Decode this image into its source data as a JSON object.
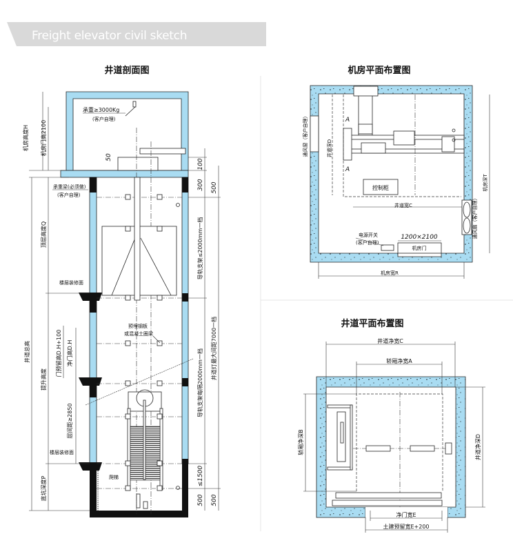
{
  "header": {
    "title": "Freight elevator civil sketch"
  },
  "section": {
    "title": "井道剖面图",
    "load_label": "承重≥3000Kg",
    "load_note": "(客户自理)",
    "room_height": "机房高度H",
    "room_door_height": "机房门高2100",
    "dim_50": "50",
    "dim_100": "100",
    "dim_300": "300",
    "dim_500_top": "500",
    "beam_label": "承重梁(必须做)",
    "beam_note": "(客户自理)",
    "top_floor_height": "顶层高度Q",
    "rail_bracket_top": "导轨支架≤2000mm一档",
    "floor_finish_1": "楼层装修面",
    "floor_finish_2": "楼层装修面",
    "embed_plate_1": "预埋钢板",
    "embed_plate_2": "或混凝土圈梁",
    "total_height": "井道总高",
    "door_reserve_height": "门预留高D.H+100",
    "clear_door_height": "净门高D.H",
    "travel_height": "提升高度",
    "floor_spacing": "层间距≥2850",
    "rail_bracket_every": "导轨支架每隔2000mm一档",
    "shaft_light": "井道灯最大间距7000一档",
    "pit_depth": "底坑深度P",
    "ladder": "爬梯",
    "dim_1500": "≤1500",
    "dim_500_a": "500",
    "dim_500_b": "500"
  },
  "machine_room": {
    "title": "机房平面布置图",
    "vent_window": "通风窗（客户自理）",
    "shaft_depth": "井道深D",
    "section_mark_1": "A",
    "section_mark_2": "A",
    "control_cabinet": "控制柜",
    "shaft_width": "井道宽C",
    "room_depth": "机房深T",
    "vent_fan": "通风扇（客户自理）",
    "power_switch": "电源开关",
    "power_switch_note": "(客户自理)",
    "door_size": "1200×2100",
    "room_door": "机房门",
    "room_width": "机房宽R"
  },
  "hoistway_plan": {
    "title": "井道平面布置图",
    "shaft_clear_width": "井道净宽C",
    "car_clear_width": "轿厢净宽A",
    "car_clear_depth": "轿厢净深B",
    "shaft_clear_depth": "井道净深D",
    "clear_door_width": "净门宽E",
    "civil_reserve_width": "土建预留宽E+200"
  },
  "colors": {
    "wall": "#a9dcf2",
    "banner": "#d9d9d9"
  }
}
